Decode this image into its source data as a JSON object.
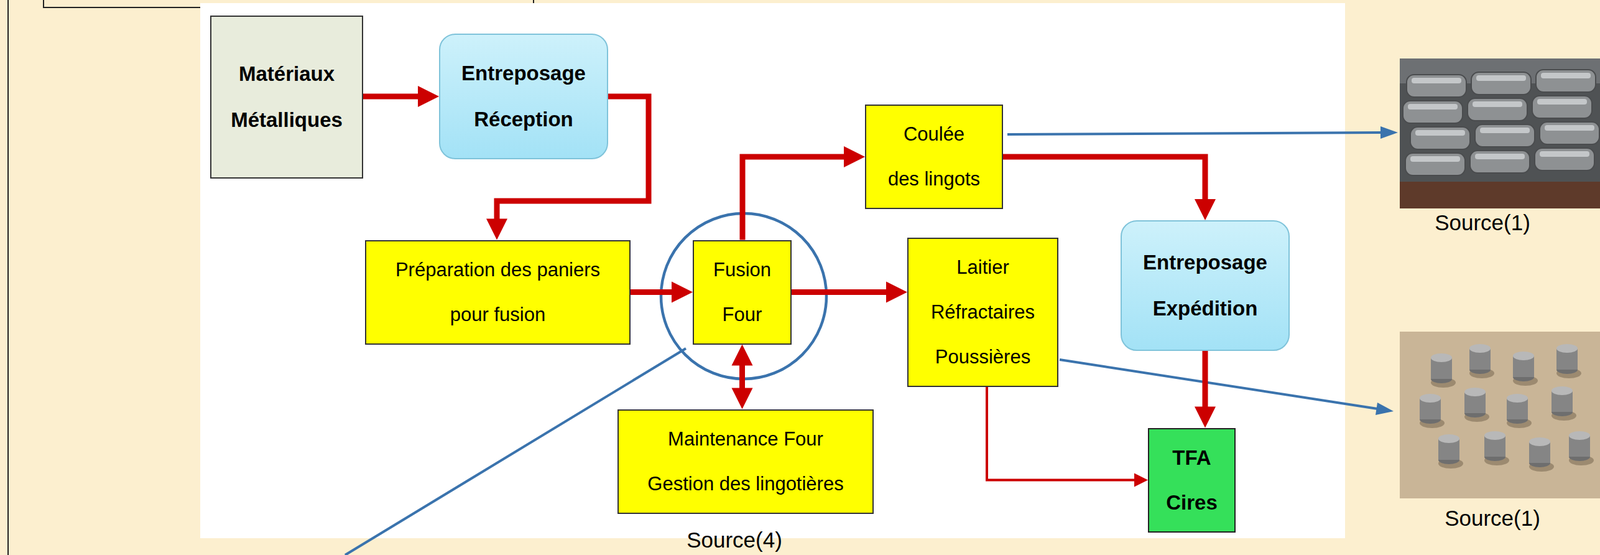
{
  "diagram": {
    "nodes": [
      {
        "text": [
          "Matériaux Métalliques"
        ]
      },
      {
        "text": [
          "Entreposage Réception"
        ]
      },
      {
        "text": [
          "Préparation des paniers pour fusion"
        ]
      },
      {
        "text": [
          "Fusion Four"
        ]
      },
      {
        "text": [
          "Coulée des lingots"
        ]
      },
      {
        "text": [
          "Laitier Réfractaires Poussières"
        ]
      },
      {
        "text": [
          "Entreposage Expédition"
        ]
      },
      {
        "text": [
          "Maintenance Four Gestion des lingotières"
        ]
      },
      {
        "text": [
          "TFA Cires"
        ]
      }
    ],
    "edges": [
      {
        "from": 0,
        "to": 1,
        "arrow": "to"
      },
      {
        "from": 1,
        "to": 2,
        "arrow": "to"
      },
      {
        "from": 2,
        "to": 3,
        "arrow": "to"
      },
      {
        "from": 3,
        "to": 4,
        "arrow": "to"
      },
      {
        "from": 3,
        "to": 5,
        "arrow": "to"
      },
      {
        "from": 3,
        "to": 7,
        "arrow": "both"
      },
      {
        "from": 4,
        "to": 6,
        "arrow": "to"
      },
      {
        "from": 6,
        "to": 8,
        "arrow": "to"
      },
      {
        "from": 5,
        "to": 8,
        "arrow": "to"
      }
    ],
    "labels": [
      "Source(1)",
      "Source(1)",
      "Source(4)"
    ]
  }
}
